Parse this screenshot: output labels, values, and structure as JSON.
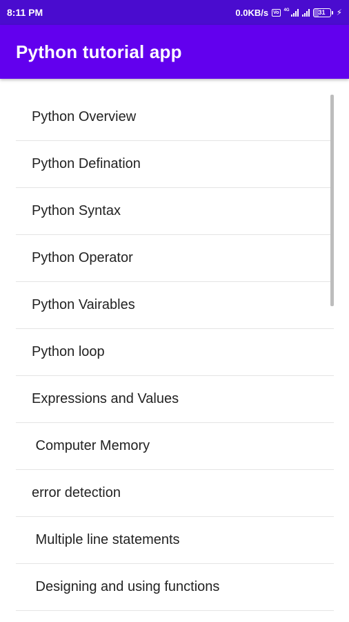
{
  "status_bar": {
    "time": "8:11 PM",
    "network_speed": "0.0KB/s",
    "volte_label": "Vo",
    "signal_label": "4G",
    "battery_level": "31",
    "battery_fraction": 0.31,
    "icons": [
      "volte-icon",
      "signal-4g-icon",
      "signal-icon",
      "battery-icon",
      "charging-icon"
    ]
  },
  "app_bar": {
    "title": "Python tutorial app",
    "color": "#6200ee",
    "status_color": "#4a0ccf"
  },
  "list": {
    "items": [
      {
        "label": "Python Overview"
      },
      {
        "label": "Python Defination"
      },
      {
        "label": "Python Syntax"
      },
      {
        "label": "Python Operator"
      },
      {
        "label": "Python Vairables"
      },
      {
        "label": "Python loop"
      },
      {
        "label": "Expressions and Values"
      },
      {
        "label": " Computer Memory"
      },
      {
        "label": "error detection"
      },
      {
        "label": " Multiple line statements"
      },
      {
        "label": " Designing and using functions"
      }
    ]
  }
}
